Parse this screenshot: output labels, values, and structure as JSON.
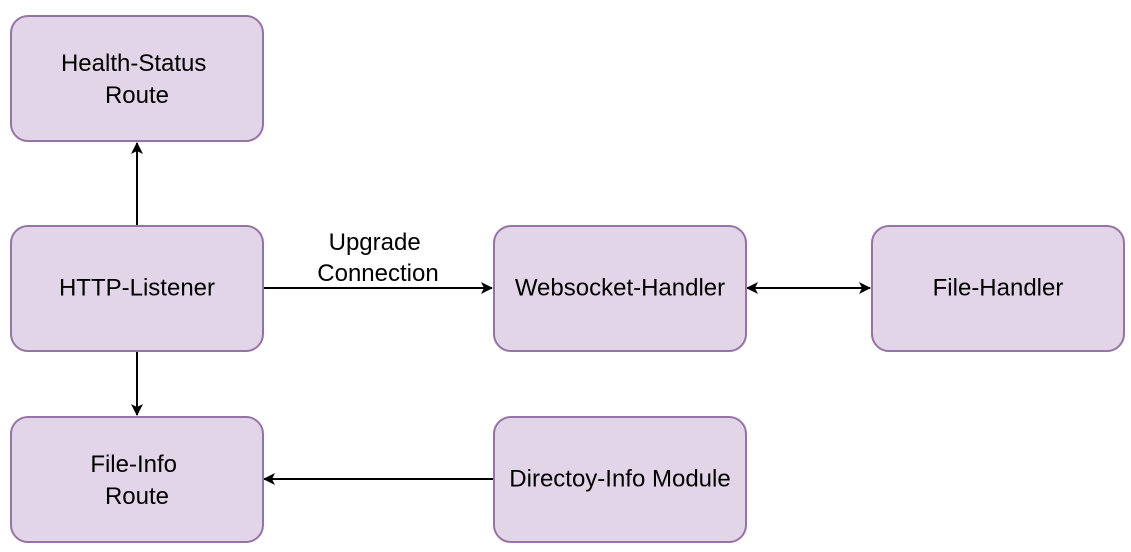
{
  "colors": {
    "node_fill": "#e1d5e7",
    "node_stroke": "#9673a6",
    "edge": "#000000"
  },
  "nodes": {
    "health_status_route": {
      "line1": "Health-Status",
      "line2": "Route"
    },
    "http_listener": {
      "label": "HTTP-Listener"
    },
    "websocket_handler": {
      "label": "Websocket-Handler"
    },
    "file_handler": {
      "label": "File-Handler"
    },
    "file_info_route": {
      "line1": "File-Info",
      "line2": "Route"
    },
    "directory_info_module": {
      "label": "Directoy-Info Module"
    }
  },
  "edges": {
    "upgrade_connection": {
      "line1": "Upgrade",
      "line2": "Connection"
    }
  }
}
